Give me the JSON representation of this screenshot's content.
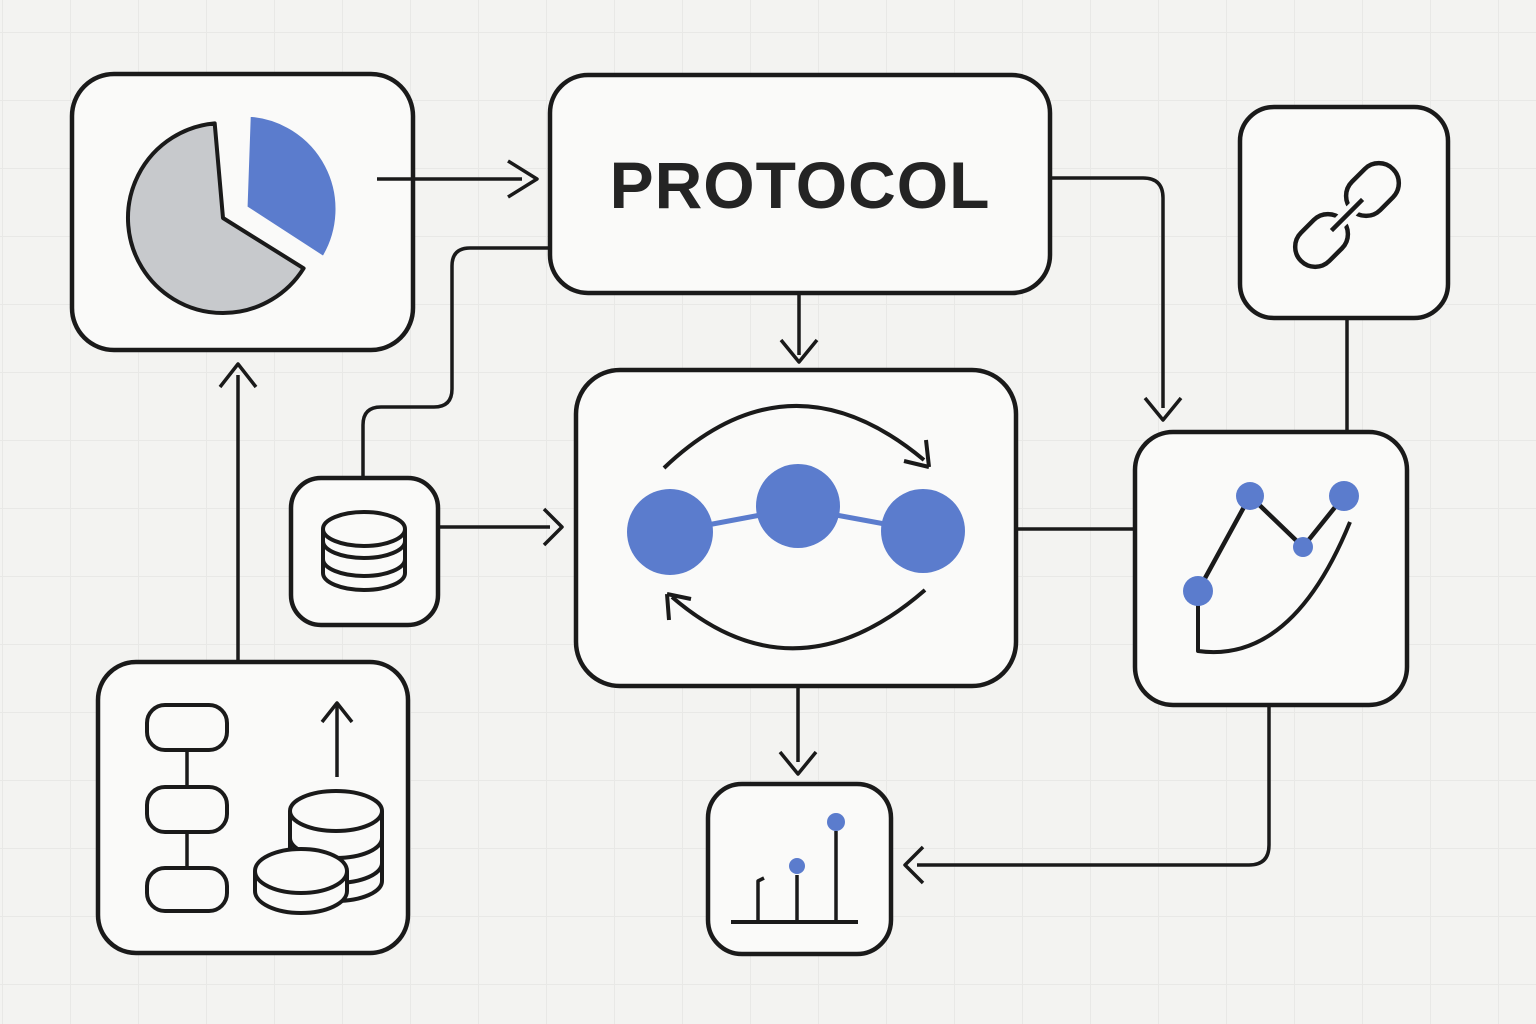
{
  "protocol_label": "PROTOCOL",
  "colors": {
    "background": "#f3f3f1",
    "grid": "#e8e8e6",
    "ink": "#1a1a1a",
    "box_fill": "#fafaf9",
    "accent_blue": "#5b7ccd",
    "pie_gray": "#c7c9cc"
  },
  "nodes": [
    {
      "id": "pie-chart",
      "icon": "pie-chart-icon",
      "label": ""
    },
    {
      "id": "protocol",
      "icon": "",
      "label": "PROTOCOL"
    },
    {
      "id": "chain-link",
      "icon": "chain-link-icon",
      "label": ""
    },
    {
      "id": "database",
      "icon": "database-icon",
      "label": ""
    },
    {
      "id": "process-cycle",
      "icon": "cycle-nodes-icon",
      "label": ""
    },
    {
      "id": "line-chart",
      "icon": "line-chart-icon",
      "label": ""
    },
    {
      "id": "lollipop-chart",
      "icon": "lollipop-chart-icon",
      "label": ""
    },
    {
      "id": "hierarchy",
      "icon": "org-chart-coins-icon",
      "label": ""
    }
  ],
  "connections": [
    {
      "from": "pie-chart",
      "to": "protocol",
      "arrow": true
    },
    {
      "from": "protocol",
      "to": "process-cycle",
      "arrow": true
    },
    {
      "from": "protocol",
      "to": "line-chart",
      "arrow": true
    },
    {
      "from": "protocol",
      "to": "database",
      "arrow": false
    },
    {
      "from": "database",
      "to": "process-cycle",
      "arrow": true
    },
    {
      "from": "process-cycle",
      "to": "line-chart",
      "arrow": false
    },
    {
      "from": "chain-link",
      "to": "line-chart",
      "arrow": false
    },
    {
      "from": "process-cycle",
      "to": "lollipop-chart",
      "arrow": true
    },
    {
      "from": "line-chart",
      "to": "lollipop-chart",
      "arrow": true
    },
    {
      "from": "hierarchy",
      "to": "pie-chart",
      "arrow": true
    }
  ]
}
